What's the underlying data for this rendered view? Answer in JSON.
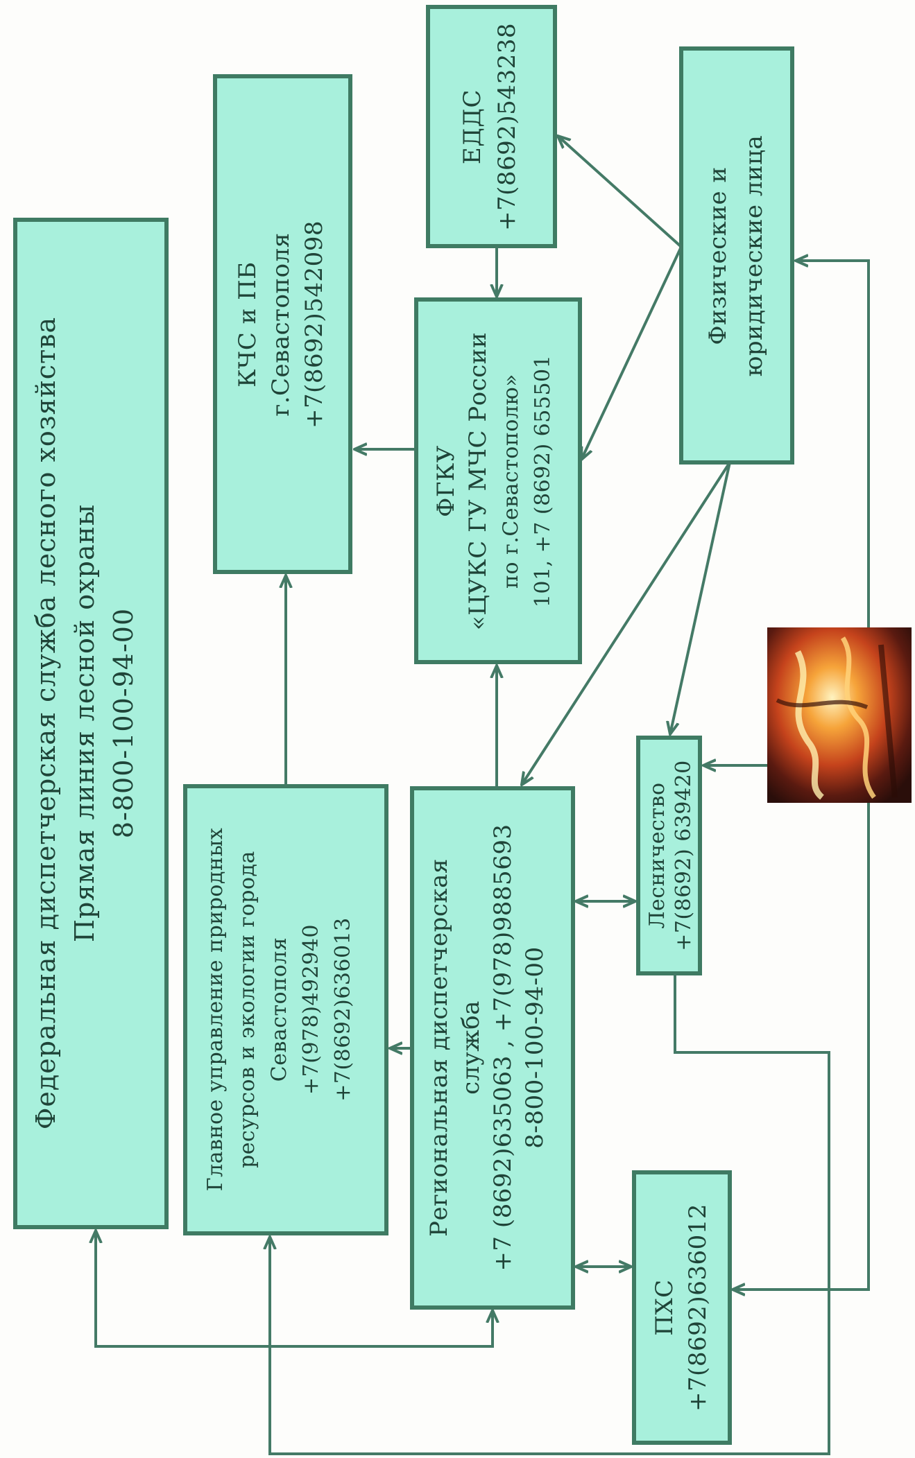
{
  "colors": {
    "box_fill": "#a8f0dc",
    "box_stroke": "#3f7b63",
    "line": "#447a66",
    "text": "#1f4438"
  },
  "boxes": {
    "federal": {
      "line1": "Федеральная диспетчерская служба лесного хозяйства",
      "line2": "Прямая линия лесной охраны",
      "line3": "8-800-100-94-00"
    },
    "kchs": {
      "line1": "КЧС и ПБ",
      "line2": "г.Севастополя",
      "line3": "+7(8692)542098"
    },
    "edds": {
      "line1": "ЕДДС",
      "line2": "+7(8692)543238"
    },
    "persons": {
      "line1": "Физические и",
      "line2": "юридические лица"
    },
    "fgku": {
      "line1": "ФГКУ",
      "line2": "«ЦУКС ГУ МЧС России",
      "line3": "по г.Севастополю»",
      "line4": "101, +7 (8692) 655501"
    },
    "glavnoe": {
      "line1": "Главное управление природных",
      "line2": "ресурсов и экологии города",
      "line3": "Севастополя",
      "line4": "+7(978)492940",
      "line5": "+7(8692)636013"
    },
    "regional": {
      "line1": "Региональная диспетчерская",
      "line2": "служба",
      "line3": "+7 (8692)635063 , +7(978)9885693",
      "line4": "8-800-100-94-00"
    },
    "lesnichestvo": {
      "line1": "Лесничество",
      "line2": "+7(8692) 639420"
    },
    "pkhs": {
      "line1": "ПХС",
      "line2": "+7(8692)636012"
    }
  },
  "photo": {
    "icon": "forest-fire-photo"
  }
}
